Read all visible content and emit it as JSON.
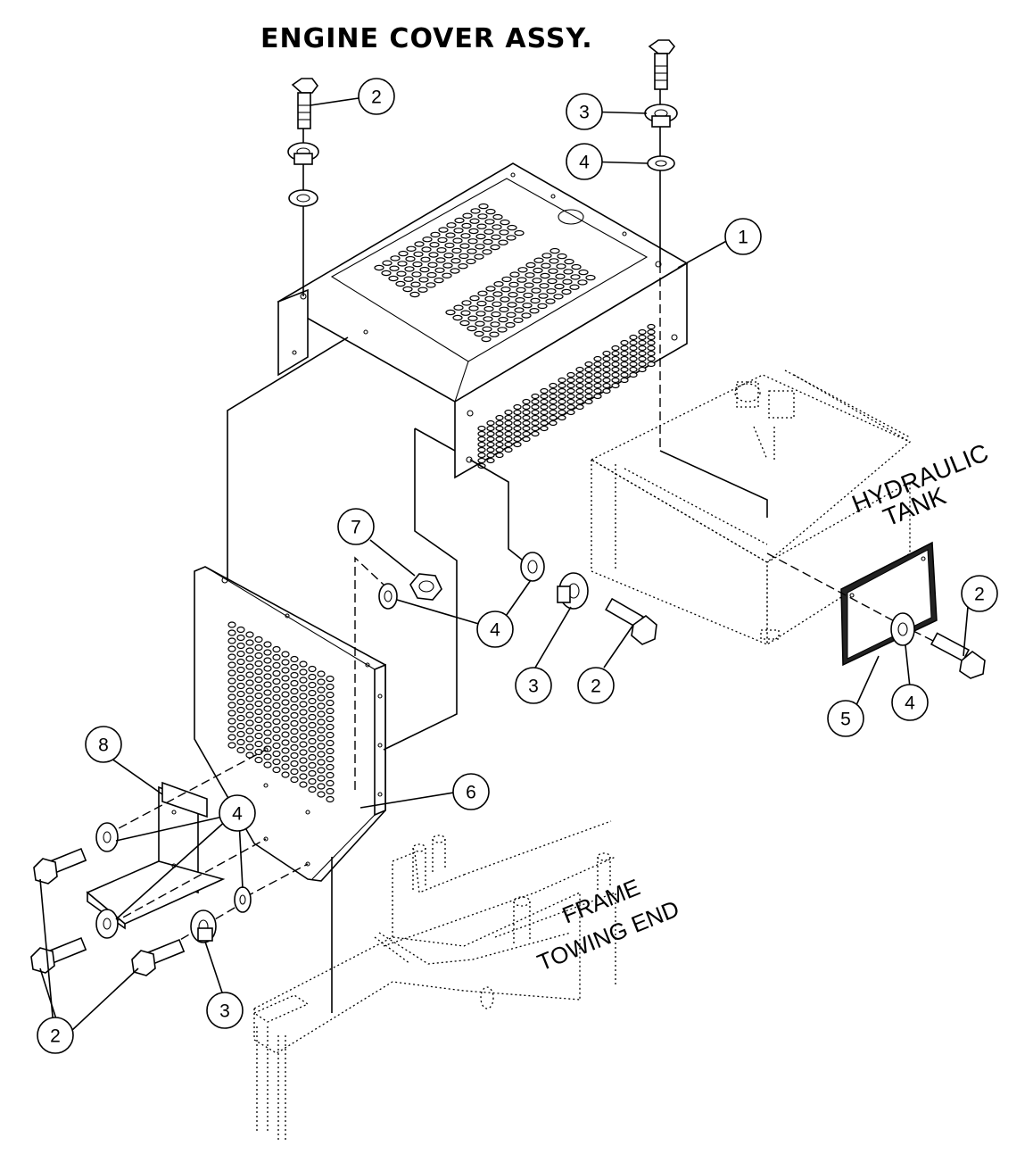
{
  "title": "ENGINE COVER ASSY.",
  "labels": {
    "hydraulic_tank": [
      "HYDRAULIC",
      "TANK"
    ],
    "frame": [
      "FRAME",
      "TOWING END"
    ]
  },
  "callouts": [
    {
      "num": "2"
    },
    {
      "num": "3"
    },
    {
      "num": "4"
    },
    {
      "num": "1"
    },
    {
      "num": "7"
    },
    {
      "num": "4"
    },
    {
      "num": "4"
    },
    {
      "num": "3"
    },
    {
      "num": "2"
    },
    {
      "num": "2"
    },
    {
      "num": "5"
    },
    {
      "num": "4"
    },
    {
      "num": "8"
    },
    {
      "num": "4"
    },
    {
      "num": "6"
    },
    {
      "num": "3"
    },
    {
      "num": "2"
    }
  ]
}
